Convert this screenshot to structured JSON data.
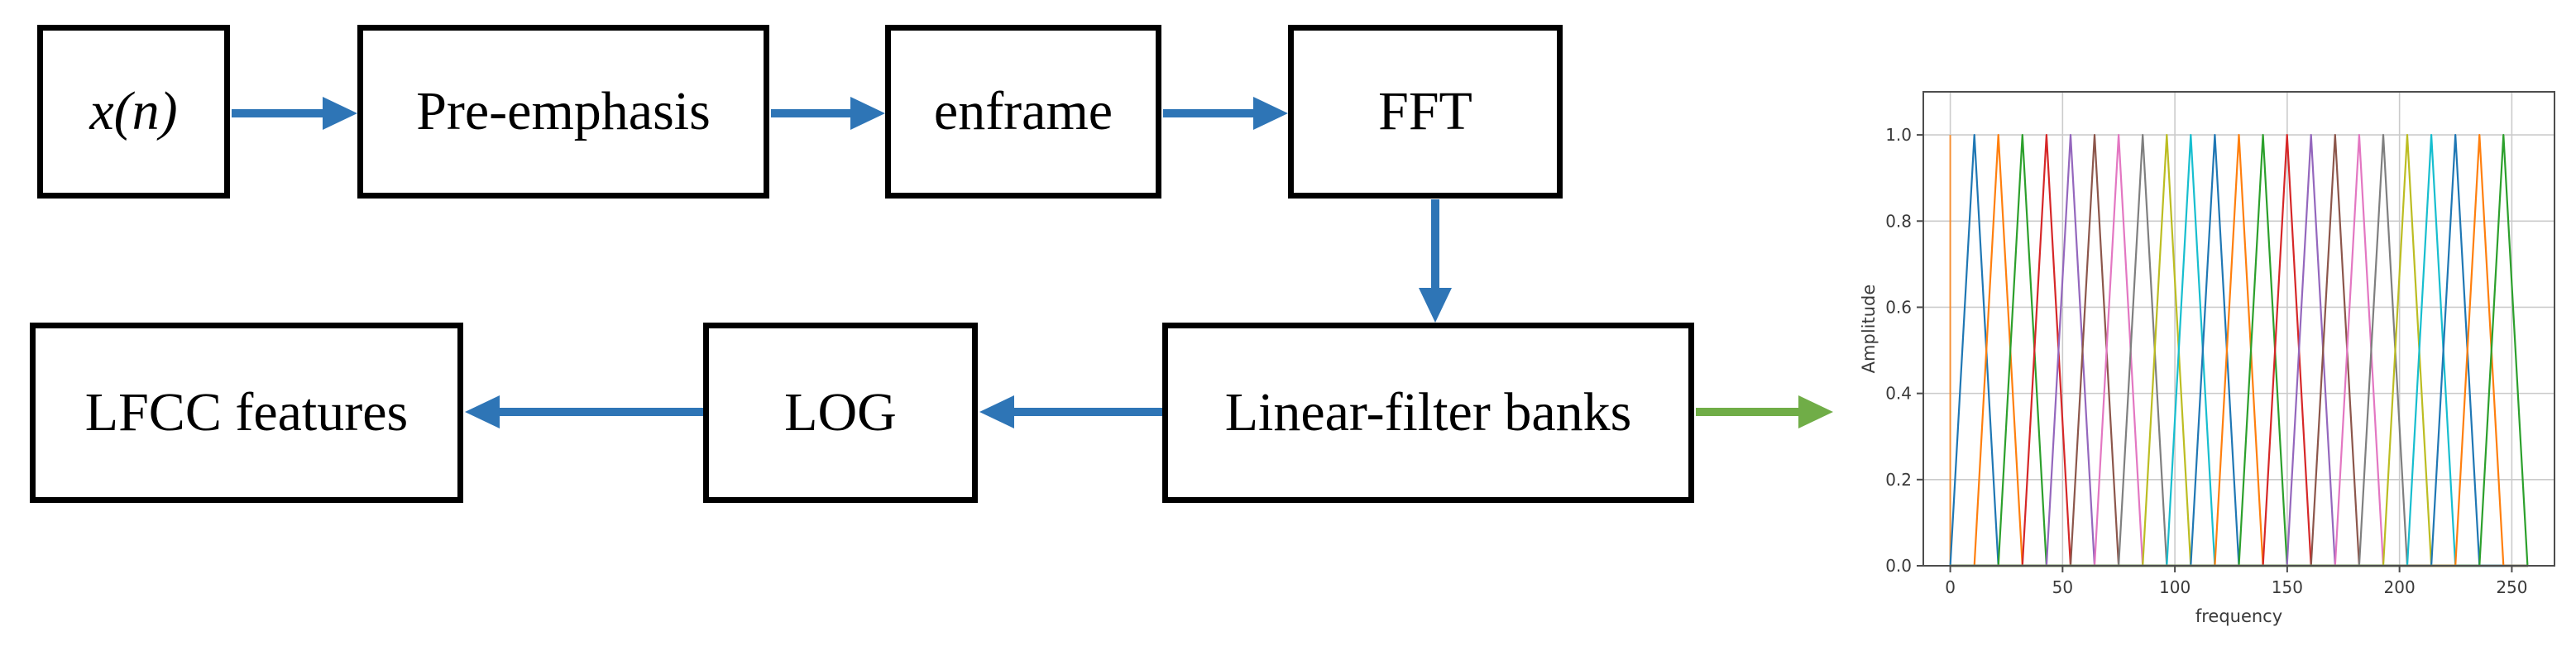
{
  "diagram": {
    "boxes": [
      {
        "id": "input",
        "label": "x(n)"
      },
      {
        "id": "pre_emphasis",
        "label": "Pre-emphasis"
      },
      {
        "id": "enframe",
        "label": "enframe"
      },
      {
        "id": "fft",
        "label": "FFT"
      },
      {
        "id": "filter_banks",
        "label": "Linear-filter banks"
      },
      {
        "id": "log",
        "label": "LOG"
      },
      {
        "id": "lfcc",
        "label": "LFCC features"
      }
    ],
    "arrows": [
      {
        "from": "input",
        "to": "pre_emphasis",
        "color": "#2e75b6",
        "direction": "right"
      },
      {
        "from": "pre_emphasis",
        "to": "enframe",
        "color": "#2e75b6",
        "direction": "right"
      },
      {
        "from": "enframe",
        "to": "fft",
        "color": "#2e75b6",
        "direction": "right"
      },
      {
        "from": "fft",
        "to": "filter_banks",
        "color": "#2e75b6",
        "direction": "down"
      },
      {
        "from": "filter_banks",
        "to": "log",
        "color": "#2e75b6",
        "direction": "left"
      },
      {
        "from": "log",
        "to": "lfcc",
        "color": "#2e75b6",
        "direction": "left"
      },
      {
        "from": "filter_banks",
        "to": "filterbank-plot",
        "color": "#70ad47",
        "direction": "right"
      }
    ],
    "colors": {
      "flow_arrow": "#2e75b6",
      "output_arrow": "#70ad47",
      "box_border": "#000000",
      "box_fill": "#ffffff"
    }
  },
  "chart_data": {
    "type": "line",
    "description": "Linear-frequency triangular filter bank responses",
    "title": "",
    "xlabel": "frequency",
    "ylabel": "Amplitude",
    "xlim": [
      -12,
      269
    ],
    "ylim": [
      0,
      1.1
    ],
    "grid": true,
    "legend": false,
    "xticks": [
      {
        "v": 0,
        "label": "0"
      },
      {
        "v": 50,
        "label": "50"
      },
      {
        "v": 100,
        "label": "100"
      },
      {
        "v": 150,
        "label": "150"
      },
      {
        "v": 200,
        "label": "200"
      },
      {
        "v": 250,
        "label": "250"
      }
    ],
    "yticks": [
      {
        "v": 0.0,
        "label": "0.0"
      },
      {
        "v": 0.2,
        "label": "0.2"
      },
      {
        "v": 0.4,
        "label": "0.4"
      },
      {
        "v": 0.6,
        "label": "0.6"
      },
      {
        "v": 0.8,
        "label": "0.8"
      },
      {
        "v": 1.0,
        "label": "1.0"
      }
    ],
    "n_filters": 23,
    "filter_half_width": 10.71,
    "peak_amplitude": 1.0,
    "baseline": 0.0,
    "data_range": [
      0,
      257.1
    ],
    "filters": [
      {
        "center": 10.71,
        "color": "#1f77b4"
      },
      {
        "center": 21.42,
        "color": "#ff7f0e"
      },
      {
        "center": 32.12,
        "color": "#2ca02c"
      },
      {
        "center": 42.83,
        "color": "#d62728"
      },
      {
        "center": 53.54,
        "color": "#9467bd"
      },
      {
        "center": 64.25,
        "color": "#8c564b"
      },
      {
        "center": 74.96,
        "color": "#e377c2"
      },
      {
        "center": 85.67,
        "color": "#7f7f7f"
      },
      {
        "center": 96.37,
        "color": "#bcbd22"
      },
      {
        "center": 107.08,
        "color": "#17becf"
      },
      {
        "center": 117.79,
        "color": "#1f77b4"
      },
      {
        "center": 128.5,
        "color": "#ff7f0e"
      },
      {
        "center": 139.21,
        "color": "#2ca02c"
      },
      {
        "center": 149.92,
        "color": "#d62728"
      },
      {
        "center": 160.62,
        "color": "#9467bd"
      },
      {
        "center": 171.33,
        "color": "#8c564b"
      },
      {
        "center": 182.04,
        "color": "#e377c2"
      },
      {
        "center": 192.75,
        "color": "#7f7f7f"
      },
      {
        "center": 203.46,
        "color": "#bcbd22"
      },
      {
        "center": 214.17,
        "color": "#17becf"
      },
      {
        "center": 224.87,
        "color": "#1f77b4"
      },
      {
        "center": 235.58,
        "color": "#ff7f0e"
      },
      {
        "center": 246.29,
        "color": "#2ca02c"
      }
    ],
    "edge_line": {
      "x": 0,
      "color": "#ff7f0e"
    }
  }
}
